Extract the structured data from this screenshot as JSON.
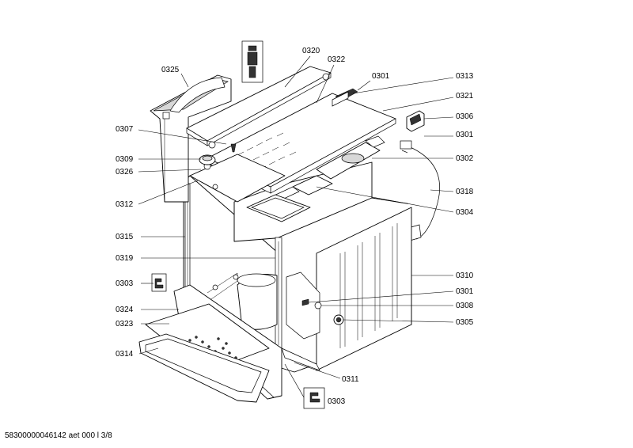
{
  "footer": "58300000046142 aet 000 l 3/8",
  "callouts": [
    {
      "id": "0325",
      "text": "0325"
    },
    {
      "id": "0320",
      "text": "0320"
    },
    {
      "id": "0322",
      "text": "0322"
    },
    {
      "id": "0301a",
      "text": "0301"
    },
    {
      "id": "0313",
      "text": "0313"
    },
    {
      "id": "0321",
      "text": "0321"
    },
    {
      "id": "0306",
      "text": "0306"
    },
    {
      "id": "0301b",
      "text": "0301"
    },
    {
      "id": "0307",
      "text": "0307"
    },
    {
      "id": "0309",
      "text": "0309"
    },
    {
      "id": "0326",
      "text": "0326"
    },
    {
      "id": "0302",
      "text": "0302"
    },
    {
      "id": "0318",
      "text": "0318"
    },
    {
      "id": "0312",
      "text": "0312"
    },
    {
      "id": "0304",
      "text": "0304"
    },
    {
      "id": "0315",
      "text": "0315"
    },
    {
      "id": "0319",
      "text": "0319"
    },
    {
      "id": "0310",
      "text": "0310"
    },
    {
      "id": "0303a",
      "text": "0303"
    },
    {
      "id": "0301c",
      "text": "0301"
    },
    {
      "id": "0324",
      "text": "0324"
    },
    {
      "id": "0308",
      "text": "0308"
    },
    {
      "id": "0323",
      "text": "0323"
    },
    {
      "id": "0305",
      "text": "0305"
    },
    {
      "id": "0314",
      "text": "0314"
    },
    {
      "id": "0311",
      "text": "0311"
    },
    {
      "id": "0303b",
      "text": "0303"
    }
  ]
}
